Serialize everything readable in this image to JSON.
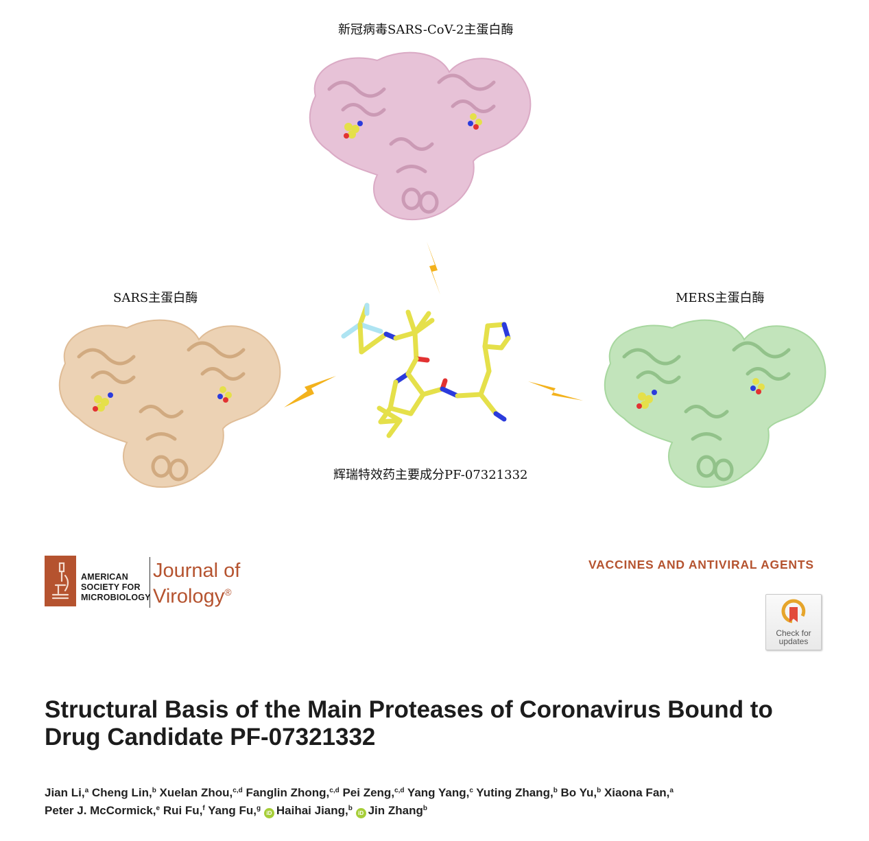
{
  "figure": {
    "top_caption": "新冠病毒SARS-CoV-2主蛋白酶",
    "left_caption": "SARS主蛋白酶",
    "right_caption": "MERS主蛋白酶",
    "center_caption": "辉瑞特效药主要成分PF-07321332",
    "colors": {
      "sars_cov2": "#e6bfd5",
      "sars": "#ecd0b0",
      "mers": "#bfe3b8",
      "ligand": "#e5e04a",
      "nitrogen": "#2b3bdc",
      "oxygen": "#e23232",
      "fluorine": "#aee4f2",
      "bolt": "#f3b21c"
    }
  },
  "journal": {
    "publisher_line1": "AMERICAN",
    "publisher_line2": "SOCIETY FOR",
    "publisher_line3": "MICROBIOLOGY",
    "name_line1": "Journal of",
    "name_line2": "Virology",
    "registered": "®",
    "section": "VACCINES AND ANTIVIRAL AGENTS",
    "check_updates_line1": "Check for",
    "check_updates_line2": "updates",
    "brand_color": "#b5532f"
  },
  "article": {
    "title": "Structural Basis of the Main Proteases of Coronavirus Bound to Drug Candidate PF-07321332",
    "authors": [
      {
        "name": "Jian Li,",
        "sup": "a"
      },
      {
        "name": "Cheng Lin,",
        "sup": "b"
      },
      {
        "name": "Xuelan Zhou,",
        "sup": "c,d"
      },
      {
        "name": "Fanglin Zhong,",
        "sup": "c,d"
      },
      {
        "name": "Pei Zeng,",
        "sup": "c,d"
      },
      {
        "name": "Yang Yang,",
        "sup": "c"
      },
      {
        "name": "Yuting Zhang,",
        "sup": "b"
      },
      {
        "name": "Bo Yu,",
        "sup": "b"
      },
      {
        "name": "Xiaona Fan,",
        "sup": "a"
      },
      {
        "name": "Peter J. McCormick,",
        "sup": "e"
      },
      {
        "name": "Rui Fu,",
        "sup": "f"
      },
      {
        "name": "Yang Fu,",
        "sup": "g"
      },
      {
        "name": "Haihai Jiang,",
        "sup": "b",
        "orcid": true
      },
      {
        "name": "Jin Zhang",
        "sup": "b",
        "orcid": true
      }
    ],
    "orcid_label": "iD"
  }
}
